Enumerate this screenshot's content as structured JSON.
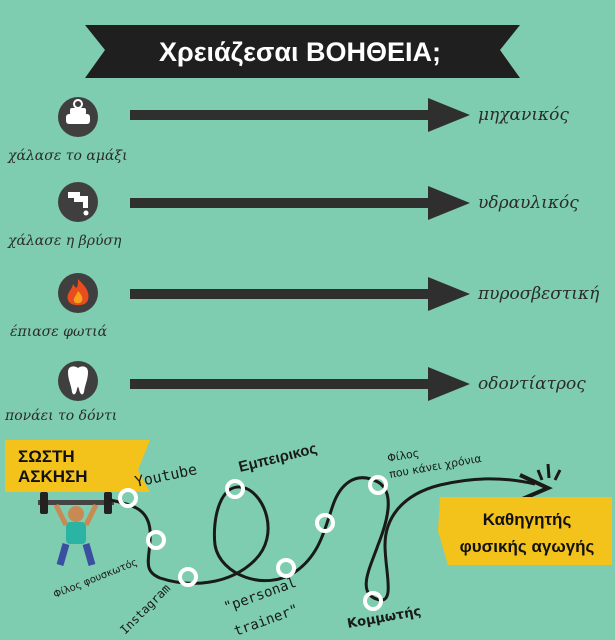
{
  "title": "Χρειάζεσαι ΒΟΗΘΕΙΑ;",
  "rows": [
    {
      "problem": "χάλασε το αμάξι",
      "solution": "μηχανικός",
      "icon": "car-repair-icon"
    },
    {
      "problem": "χάλασε η βρύση",
      "solution": "υδραυλικός",
      "icon": "faucet-icon"
    },
    {
      "problem": "έπιασε φωτιά",
      "solution": "πυροσβεστική",
      "icon": "fire-icon"
    },
    {
      "problem": "πονάει το δόντι",
      "solution": "οδοντίατρος",
      "icon": "tooth-icon"
    }
  ],
  "fitness": {
    "start_label_line1": "ΣΩΣΤΗ",
    "start_label_line2": "ΑΣΚΗΣΗ",
    "start_icon": "weightlifter-icon",
    "path_labels": {
      "youtube": "Youtube",
      "empeirikos": "Εμπειρικος",
      "filos_old_line1": "Φίλος",
      "filos_old_line2": "που κάνει χρόνια",
      "filos_fouskotos": "Φίλος φουσκωτός",
      "instagram": "Instagram",
      "personal_trainer_line1": "\"personal",
      "personal_trainer_line2": "trainer\"",
      "kommotis": "Κομμωτής"
    },
    "end_label_line1": "Καθηγητής",
    "end_label_line2": "φυσικής αγωγής"
  },
  "colors": {
    "background": "#7ecdb0",
    "banner": "#1f1f1f",
    "arrow": "#2f2f2f",
    "highlight": "#f3c21b"
  }
}
